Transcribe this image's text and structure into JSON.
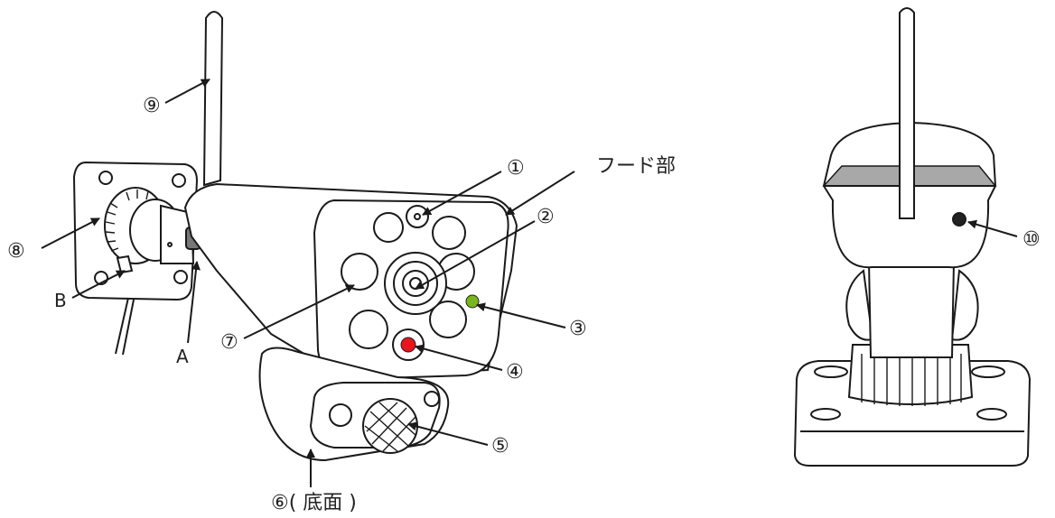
{
  "callouts": {
    "c1": "①",
    "c2": "②",
    "c3": "③",
    "c4": "④",
    "c5": "⑤",
    "c6": "⑥( 底面 )",
    "c7": "⑦",
    "c8": "⑧",
    "c9": "⑨",
    "c10": "⑩",
    "a": "A",
    "b": "B",
    "hood": "フード部"
  },
  "colors": {
    "line": "#1a1a1a",
    "red_led": "#e8141e",
    "green_led": "#7ab51d",
    "back_dot": "#222222",
    "visor": "#a8a8a8"
  }
}
